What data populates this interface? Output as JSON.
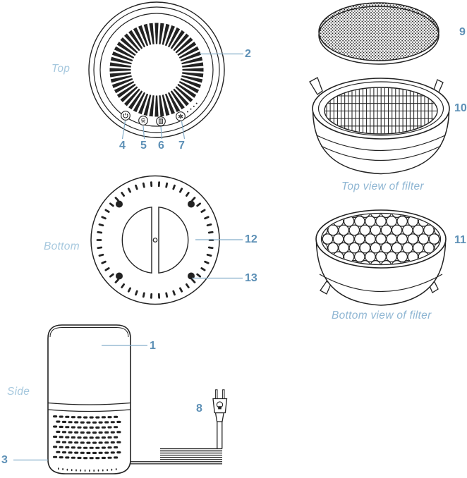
{
  "colors": {
    "line": "#222222",
    "accent_number": "#5d90b6",
    "accent_view_label": "#a6c8de",
    "accent_caption": "#8fb6d3",
    "leader_line": "#85aecb",
    "background": "#ffffff"
  },
  "views": {
    "top": {
      "label": "Top"
    },
    "bottom": {
      "label": "Bottom"
    },
    "side": {
      "label": "Side"
    },
    "filter_top": {
      "caption": "Top view of filter"
    },
    "filter_bottom": {
      "caption": "Bottom view of filter"
    }
  },
  "callouts": {
    "n1": "1",
    "n2": "2",
    "n3": "3",
    "n4": "4",
    "n5": "5",
    "n6": "6",
    "n7": "7",
    "n8": "8",
    "n9": "9",
    "n10": "10",
    "n11": "11",
    "n12": "12",
    "n13": "13"
  },
  "icons": {
    "power": "power-icon",
    "wind": "wind-mode-icon",
    "filter": "filter-reset-icon",
    "fan": "fan-speed-icon"
  }
}
